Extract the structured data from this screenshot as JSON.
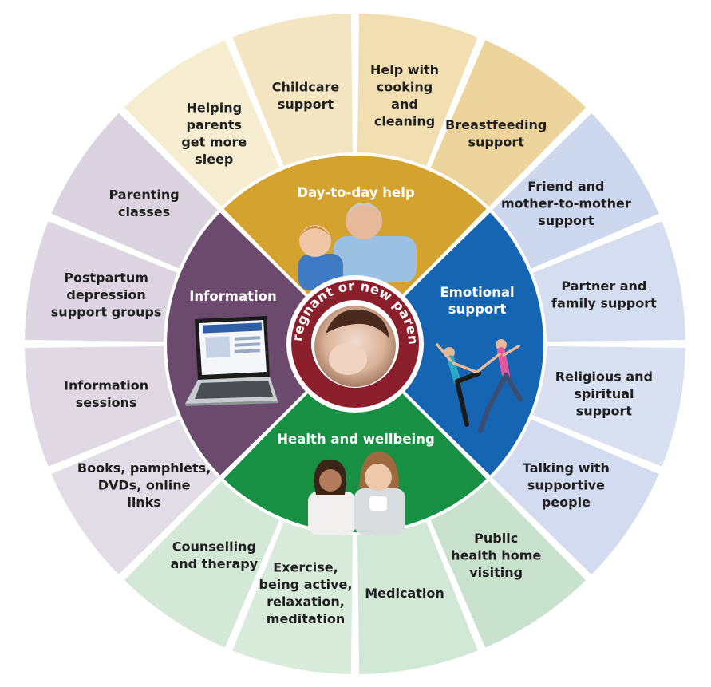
{
  "center": {
    "label": "Pregnant or new parent"
  },
  "sectors": [
    {
      "id": "day-to-day-help",
      "title": "Day-to-day help",
      "color": "#d4a22f",
      "wedges": [
        {
          "lines": [
            "Helping",
            "parents",
            "get more",
            "sleep"
          ]
        },
        {
          "lines": [
            "Childcare",
            "support"
          ]
        },
        {
          "lines": [
            "Help with",
            "cooking",
            "and",
            "cleaning"
          ]
        },
        {
          "lines": [
            "Breastfeeding",
            "support"
          ]
        }
      ]
    },
    {
      "id": "emotional-support",
      "title": "Emotional support",
      "color": "#1565b3",
      "wedges": [
        {
          "lines": [
            "Friend and",
            "mother-to-mother",
            "support"
          ]
        },
        {
          "lines": [
            "Partner and",
            "family support"
          ]
        },
        {
          "lines": [
            "Religious and",
            "spiritual",
            "support"
          ]
        },
        {
          "lines": [
            "Talking with",
            "supportive",
            "people"
          ]
        }
      ]
    },
    {
      "id": "health-and-wellbeing",
      "title": "Health and wellbeing",
      "color": "#179043",
      "wedges": [
        {
          "lines": [
            "Public",
            "health home",
            "visiting"
          ]
        },
        {
          "lines": [
            "Medication"
          ]
        },
        {
          "lines": [
            "Exercise,",
            "being active,",
            "relaxation,",
            "meditation"
          ]
        },
        {
          "lines": [
            "Counselling",
            "and therapy"
          ]
        }
      ]
    },
    {
      "id": "information",
      "title": "Information",
      "color": "#6b4a6e",
      "wedges": [
        {
          "lines": [
            "Books, pamphlets,",
            "DVDs, online",
            "links"
          ]
        },
        {
          "lines": [
            "Information",
            "sessions"
          ]
        },
        {
          "lines": [
            "Postpartum",
            "depression",
            "support groups"
          ]
        },
        {
          "lines": [
            "Parenting",
            "classes"
          ]
        }
      ]
    }
  ],
  "wedge_colors": {
    "day-to-day-help": [
      "#f6ecd0",
      "#f4e6c3",
      "#f1dfb1",
      "#ecd49c"
    ],
    "emotional-support": [
      "#cdd7ee",
      "#d5ddf0",
      "#d8e0f1",
      "#d2dbef"
    ],
    "health-and-wellbeing": [
      "#c8e2ce",
      "#d2e8d6",
      "#d9ecdc",
      "#d4e8d8"
    ],
    "information": [
      "#e2dce6",
      "#e0d9e4",
      "#ddd6e2",
      "#dbd4e0"
    ]
  },
  "ring_color": "#8b1f2b"
}
